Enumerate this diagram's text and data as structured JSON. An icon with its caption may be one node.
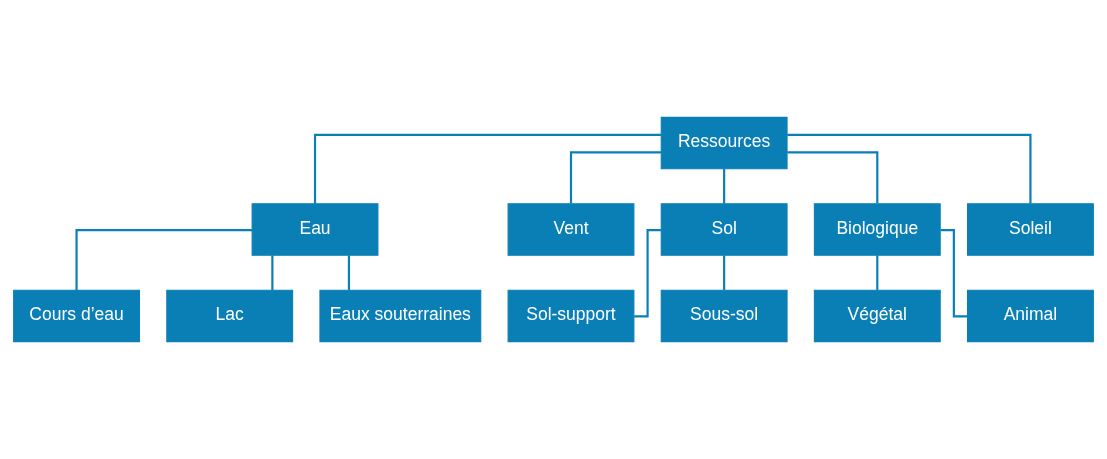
{
  "diagram": {
    "nodes": [
      {
        "text": [
          "Ressources"
        ]
      },
      {
        "text": [
          "Eau"
        ]
      },
      {
        "text": [
          "Vent"
        ]
      },
      {
        "text": [
          "Sol"
        ]
      },
      {
        "text": [
          "Biologique"
        ]
      },
      {
        "text": [
          "Soleil"
        ]
      },
      {
        "text": [
          "Cours d’eau"
        ]
      },
      {
        "text": [
          "Lac"
        ]
      },
      {
        "text": [
          "Eaux souterraines"
        ]
      },
      {
        "text": [
          "Sol-support"
        ]
      },
      {
        "text": [
          "Sous-sol"
        ]
      },
      {
        "text": [
          "Végétal"
        ]
      },
      {
        "text": [
          "Animal"
        ]
      }
    ],
    "edges": [
      {
        "from": 0,
        "to": 1,
        "arrow": "none"
      },
      {
        "from": 0,
        "to": 2,
        "arrow": "none"
      },
      {
        "from": 0,
        "to": 3,
        "arrow": "none"
      },
      {
        "from": 0,
        "to": 4,
        "arrow": "none"
      },
      {
        "from": 0,
        "to": 5,
        "arrow": "none"
      },
      {
        "from": 1,
        "to": 6,
        "arrow": "none"
      },
      {
        "from": 1,
        "to": 7,
        "arrow": "none"
      },
      {
        "from": 1,
        "to": 8,
        "arrow": "none"
      },
      {
        "from": 3,
        "to": 9,
        "arrow": "none"
      },
      {
        "from": 3,
        "to": 10,
        "arrow": "none"
      },
      {
        "from": 4,
        "to": 11,
        "arrow": "none"
      },
      {
        "from": 4,
        "to": 12,
        "arrow": "none"
      }
    ]
  }
}
